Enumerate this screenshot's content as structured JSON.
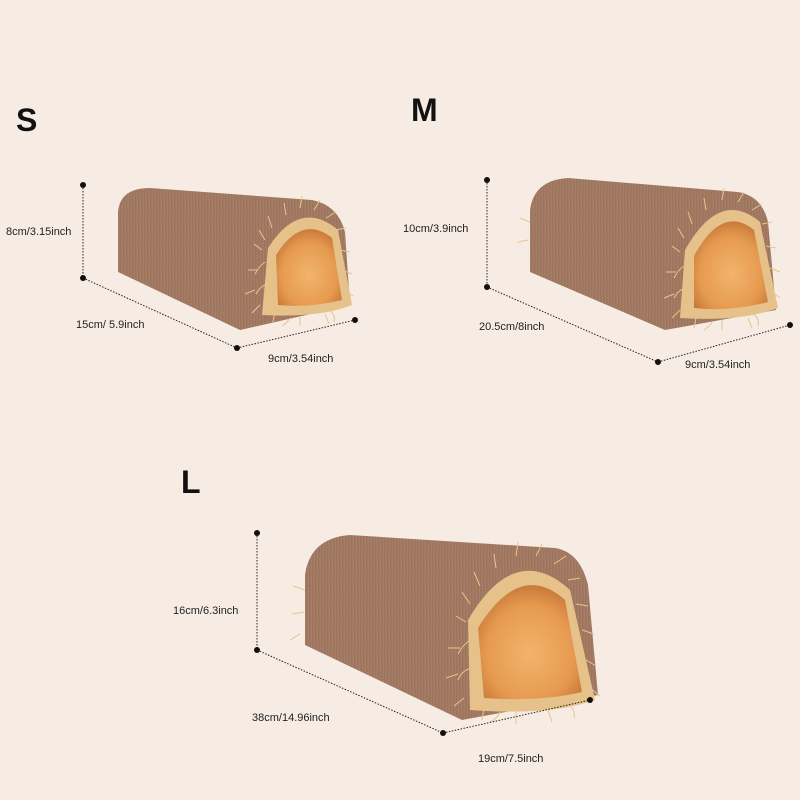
{
  "sizes": {
    "s": {
      "letter": "S",
      "height": "8cm/3.15inch",
      "length": "15cm/ 5.9inch",
      "width": "9cm/3.54inch"
    },
    "m": {
      "letter": "M",
      "height": "10cm/3.9inch",
      "length": "20.5cm/8inch",
      "width": "9cm/3.54inch"
    },
    "l": {
      "letter": "L",
      "height": "16cm/6.3inch",
      "length": "38cm/14.96inch",
      "width": "19cm/7.5inch"
    }
  },
  "colors": {
    "background": "#f6ece3",
    "burlap": "#a9806a",
    "burlap_dark": "#8e6652",
    "straw": "#e8b574",
    "inner": "#e8a25a",
    "line": "#222222"
  }
}
